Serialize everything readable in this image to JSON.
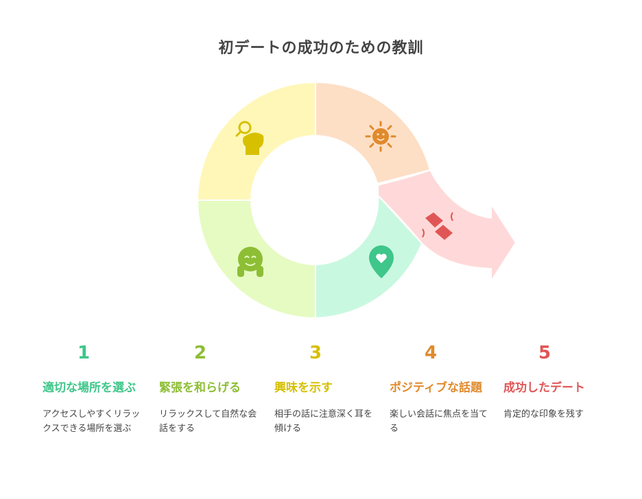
{
  "title": "初デートの成功のための教訓",
  "colors": {
    "s1": "#3FC68A",
    "s2": "#8DBE35",
    "s3": "#D6C000",
    "s4": "#E08A2C",
    "s5": "#E05656"
  },
  "steps": [
    {
      "num": "1",
      "head": "適切な場所を選ぶ",
      "desc": "アクセスしやすくリラックスできる場所を選ぶ",
      "icon": "person-search-icon"
    },
    {
      "num": "2",
      "head": "緊張を和らげる",
      "desc": "リラックスして自然な会話をする",
      "icon": "smiling-face-hands-icon"
    },
    {
      "num": "3",
      "head": "興味を示す",
      "desc": "相手の話に注意深く耳を傾ける",
      "icon": "heart-location-pin-icon"
    },
    {
      "num": "4",
      "head": "ポジティブな話題",
      "desc": "楽しい会話に焦点を当てる",
      "icon": "sun-face-icon"
    },
    {
      "num": "5",
      "head": "成功したデート",
      "desc": "肯定的な印象を残す",
      "icon": "handshake-icon"
    }
  ]
}
